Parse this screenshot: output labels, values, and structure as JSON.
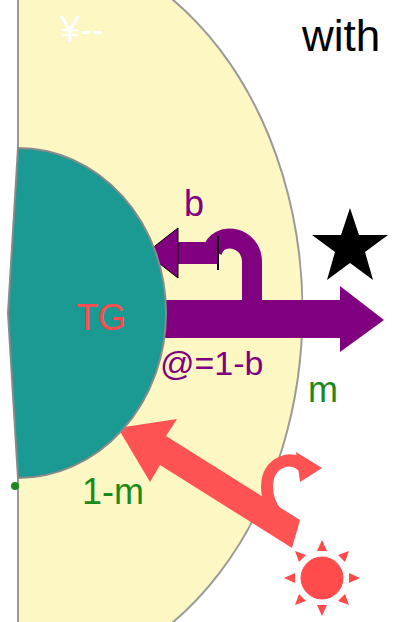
{
  "diagram": {
    "nodes": [
      {
        "text": [
          "TG"
        ]
      }
    ],
    "labels": [
      "¥--",
      "with",
      "b",
      "@=1-b",
      "m",
      "1-m"
    ]
  }
}
